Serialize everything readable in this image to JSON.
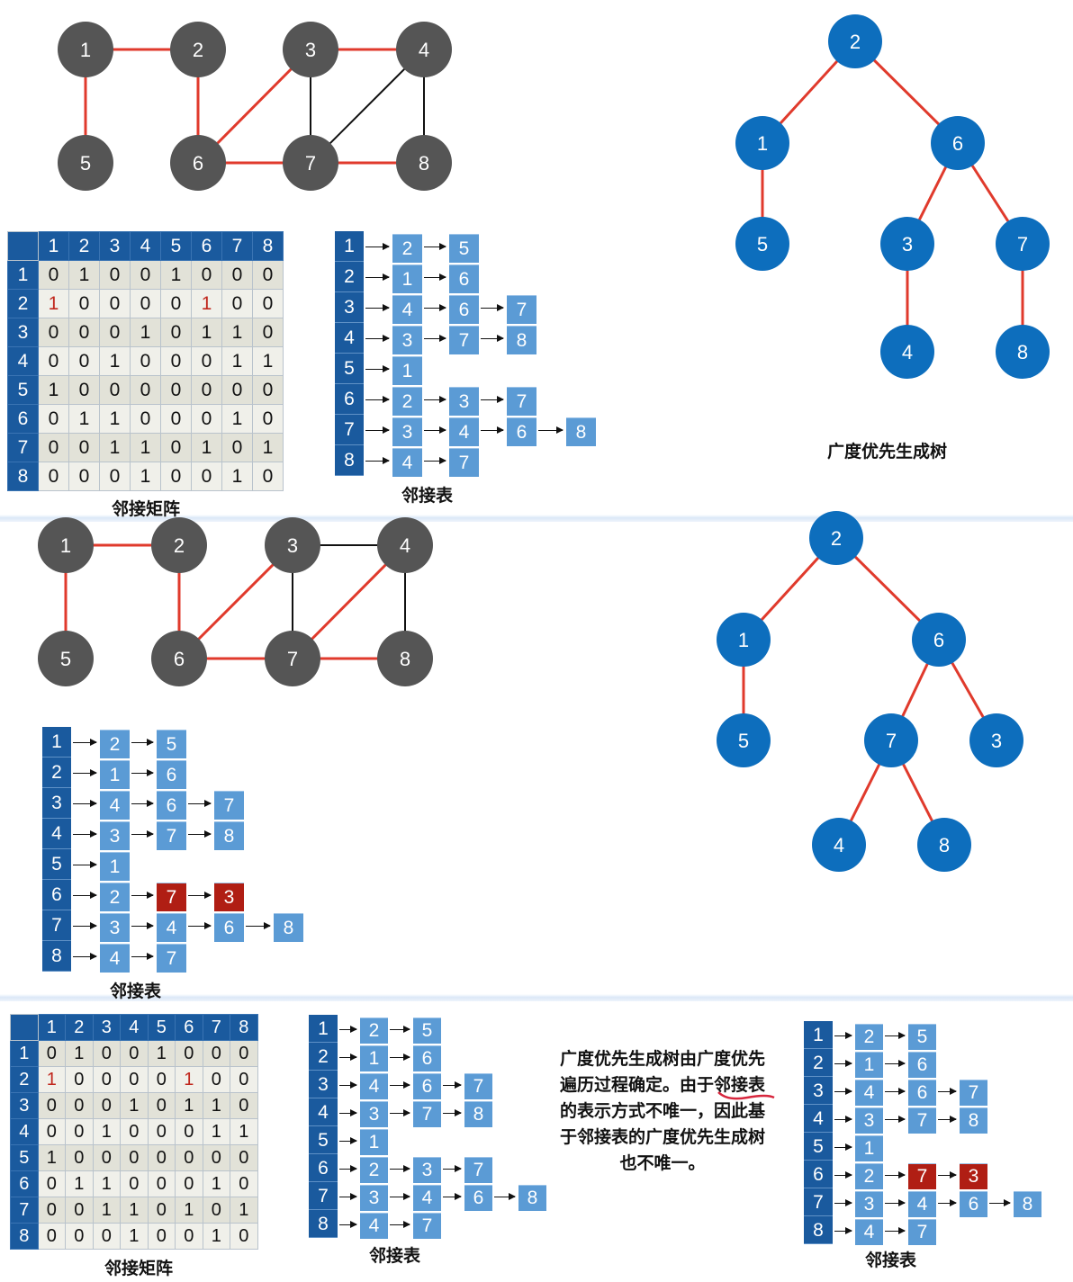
{
  "captions": {
    "matrix": "邻接矩阵",
    "list": "邻接表",
    "tree": "广度优先生成树"
  },
  "note_lines": [
    "广度优先生成树由广度优先",
    "遍历过程确定。由于邻接表",
    "的表示方式不唯一，因此基",
    "于邻接表的广度优先生成树",
    "也不唯一。"
  ],
  "colors": {
    "graph_node": "#555555",
    "tree_node": "#0d6ebd",
    "tree_edge": "#e03a2c",
    "matrix_header": "#1a5a9e",
    "list_node": "#5b9bd5",
    "list_node_highlight": "#b01e14"
  },
  "graph": {
    "nodes": [
      "1",
      "2",
      "3",
      "4",
      "5",
      "6",
      "7",
      "8"
    ],
    "edges_set1": [
      {
        "a": "1",
        "b": "2",
        "bfs": true
      },
      {
        "a": "1",
        "b": "5",
        "bfs": true
      },
      {
        "a": "2",
        "b": "6",
        "bfs": true
      },
      {
        "a": "3",
        "b": "4",
        "bfs": true
      },
      {
        "a": "3",
        "b": "6",
        "bfs": true
      },
      {
        "a": "3",
        "b": "7",
        "bfs": false
      },
      {
        "a": "4",
        "b": "7",
        "bfs": false
      },
      {
        "a": "4",
        "b": "8",
        "bfs": false
      },
      {
        "a": "6",
        "b": "7",
        "bfs": true
      },
      {
        "a": "7",
        "b": "8",
        "bfs": true
      }
    ],
    "edges_set2": [
      {
        "a": "1",
        "b": "2",
        "bfs": true
      },
      {
        "a": "1",
        "b": "5",
        "bfs": true
      },
      {
        "a": "2",
        "b": "6",
        "bfs": true
      },
      {
        "a": "3",
        "b": "4",
        "bfs": false
      },
      {
        "a": "3",
        "b": "6",
        "bfs": true
      },
      {
        "a": "3",
        "b": "7",
        "bfs": false
      },
      {
        "a": "4",
        "b": "7",
        "bfs": true
      },
      {
        "a": "4",
        "b": "8",
        "bfs": false
      },
      {
        "a": "6",
        "b": "7",
        "bfs": true
      },
      {
        "a": "7",
        "b": "8",
        "bfs": true
      }
    ]
  },
  "matrix": {
    "headers": [
      "1",
      "2",
      "3",
      "4",
      "5",
      "6",
      "7",
      "8"
    ],
    "rows": [
      [
        "0",
        "1",
        "0",
        "0",
        "1",
        "0",
        "0",
        "0"
      ],
      [
        "1",
        "0",
        "0",
        "0",
        "0",
        "1",
        "0",
        "0"
      ],
      [
        "0",
        "0",
        "0",
        "1",
        "0",
        "1",
        "1",
        "0"
      ],
      [
        "0",
        "0",
        "1",
        "0",
        "0",
        "0",
        "1",
        "1"
      ],
      [
        "1",
        "0",
        "0",
        "0",
        "0",
        "0",
        "0",
        "0"
      ],
      [
        "0",
        "1",
        "1",
        "0",
        "0",
        "0",
        "1",
        "0"
      ],
      [
        "0",
        "0",
        "1",
        "1",
        "0",
        "1",
        "0",
        "1"
      ],
      [
        "0",
        "0",
        "0",
        "1",
        "0",
        "0",
        "1",
        "0"
      ]
    ],
    "red_cells": [
      [
        1,
        0
      ],
      [
        1,
        5
      ]
    ]
  },
  "adj_list_a": [
    {
      "v": "1",
      "n": [
        "2",
        "5"
      ]
    },
    {
      "v": "2",
      "n": [
        "1",
        "6"
      ]
    },
    {
      "v": "3",
      "n": [
        "4",
        "6",
        "7"
      ]
    },
    {
      "v": "4",
      "n": [
        "3",
        "7",
        "8"
      ]
    },
    {
      "v": "5",
      "n": [
        "1"
      ]
    },
    {
      "v": "6",
      "n": [
        "2",
        "3",
        "7"
      ]
    },
    {
      "v": "7",
      "n": [
        "3",
        "4",
        "6",
        "8"
      ]
    },
    {
      "v": "8",
      "n": [
        "4",
        "7"
      ]
    }
  ],
  "adj_list_b": [
    {
      "v": "1",
      "n": [
        "2",
        "5"
      ]
    },
    {
      "v": "2",
      "n": [
        "1",
        "6"
      ]
    },
    {
      "v": "3",
      "n": [
        "4",
        "6",
        "7"
      ]
    },
    {
      "v": "4",
      "n": [
        "3",
        "7",
        "8"
      ]
    },
    {
      "v": "5",
      "n": [
        "1"
      ]
    },
    {
      "v": "6",
      "n": [
        "2",
        "7",
        "3"
      ],
      "hl": [
        1,
        2
      ]
    },
    {
      "v": "7",
      "n": [
        "3",
        "4",
        "6",
        "8"
      ]
    },
    {
      "v": "8",
      "n": [
        "4",
        "7"
      ]
    }
  ],
  "tree_a": {
    "nodes": [
      "2",
      "1",
      "6",
      "5",
      "3",
      "7",
      "4",
      "8"
    ],
    "edges": [
      [
        "2",
        "1"
      ],
      [
        "2",
        "6"
      ],
      [
        "1",
        "5"
      ],
      [
        "6",
        "3"
      ],
      [
        "6",
        "7"
      ],
      [
        "3",
        "4"
      ],
      [
        "7",
        "8"
      ]
    ]
  },
  "tree_b": {
    "nodes": [
      "2",
      "1",
      "6",
      "5",
      "7",
      "3",
      "4",
      "8"
    ],
    "edges": [
      [
        "2",
        "1"
      ],
      [
        "2",
        "6"
      ],
      [
        "1",
        "5"
      ],
      [
        "6",
        "7"
      ],
      [
        "6",
        "3"
      ],
      [
        "7",
        "4"
      ],
      [
        "7",
        "8"
      ]
    ]
  }
}
